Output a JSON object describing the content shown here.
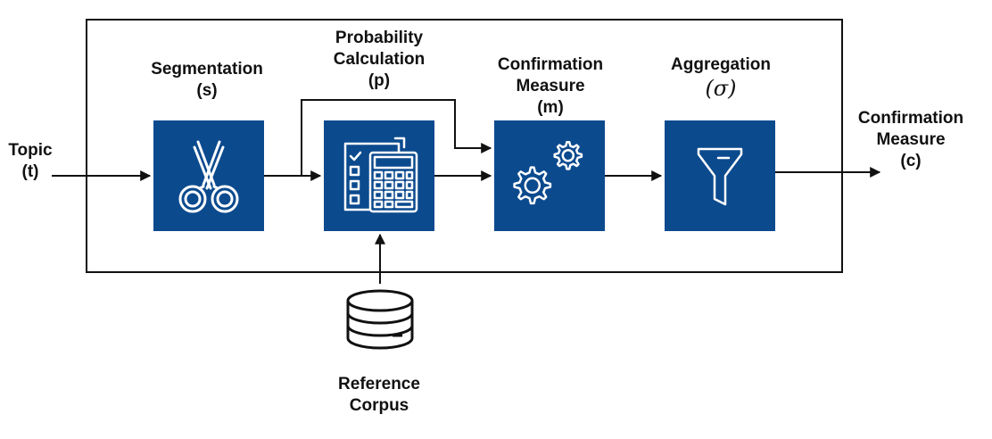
{
  "input": {
    "line1": "Topic",
    "line2": "(t)"
  },
  "stages": [
    {
      "id": "segmentation",
      "line1": "Segmentation",
      "line2": "(s)",
      "icon": "scissors-icon"
    },
    {
      "id": "probability",
      "line1": "Probability",
      "line2": "Calculation",
      "line3": "(p)",
      "icon": "calculator-checklist-icon"
    },
    {
      "id": "confirmation",
      "line1": "Confirmation",
      "line2": "Measure",
      "line3": "(m)",
      "icon": "gears-icon"
    },
    {
      "id": "aggregation",
      "line1": "Aggregation",
      "line2": "(σ)",
      "icon": "funnel-icon"
    }
  ],
  "output": {
    "line1": "Confirmation",
    "line2": "Measure",
    "line3": "(c)"
  },
  "corpus": {
    "line1": "Reference",
    "line2": "Corpus",
    "icon": "database-icon"
  },
  "colors": {
    "block": "#0c4a8e",
    "stroke": "#111111",
    "icon": "#ffffff"
  }
}
